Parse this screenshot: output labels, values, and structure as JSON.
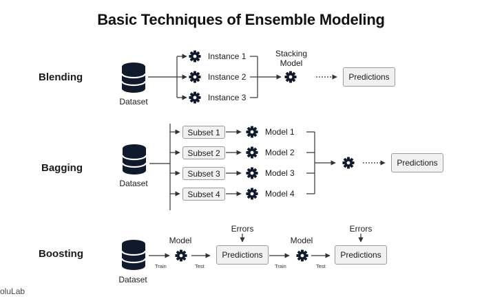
{
  "title": "Basic Techniques of Ensemble Modeling",
  "watermark": "oluLab",
  "blending": {
    "label": "Blending",
    "dataset": "Dataset",
    "instances": [
      "Instance 1",
      "Instance 2",
      "Instance 3"
    ],
    "stacking_model": [
      "Stacking",
      "Model"
    ],
    "output": "Predictions"
  },
  "bagging": {
    "label": "Bagging",
    "dataset": "Dataset",
    "subsets": [
      "Subset 1",
      "Subset 2",
      "Subset 3",
      "Subset 4"
    ],
    "models": [
      "Model 1",
      "Model 2",
      "Model 3",
      "Model 4"
    ],
    "output": "Predictions"
  },
  "boosting": {
    "label": "Boosting",
    "dataset": "Dataset",
    "model_label": "Model",
    "train_label": "Train",
    "test_label": "Test",
    "errors_label": "Errors",
    "output": "Predictions"
  },
  "icons": {
    "database": "database-icon",
    "gear": "gear-icon"
  },
  "colors": {
    "icon": "#0f1b2d",
    "box_fill": "#f1f1f1",
    "box_border": "#9a9a9a",
    "line": "#333333"
  }
}
